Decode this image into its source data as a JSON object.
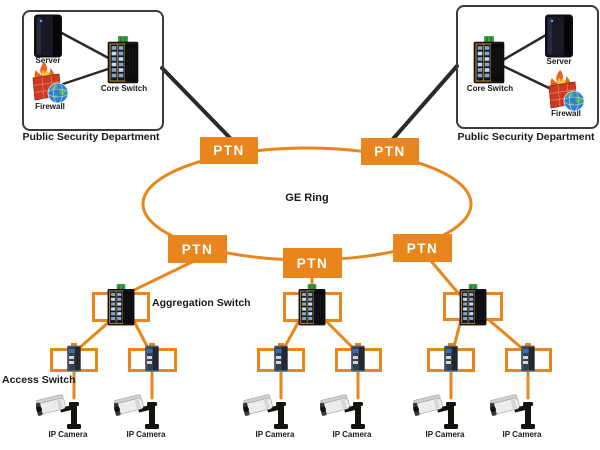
{
  "labels": {
    "ptn": "PTN",
    "ring": "GE Ring",
    "department": "Public Security Department",
    "server": "Server",
    "firewall": "Firewall",
    "core_switch": "Core Switch",
    "aggregation_switch": "Aggregation Switch",
    "access_switch": "Access Switch",
    "ip_camera": "IP Camera"
  },
  "colors": {
    "accent_orange": "#E8851C",
    "line_black": "#2D2A26",
    "label_text": "#1A1A1A",
    "ptn_text": "#FFFFFF"
  },
  "topology": {
    "ptn_node_count": 5,
    "department_count": 2,
    "aggregation_switch_count": 3,
    "access_switch_count": 6,
    "ip_camera_count": 6
  }
}
